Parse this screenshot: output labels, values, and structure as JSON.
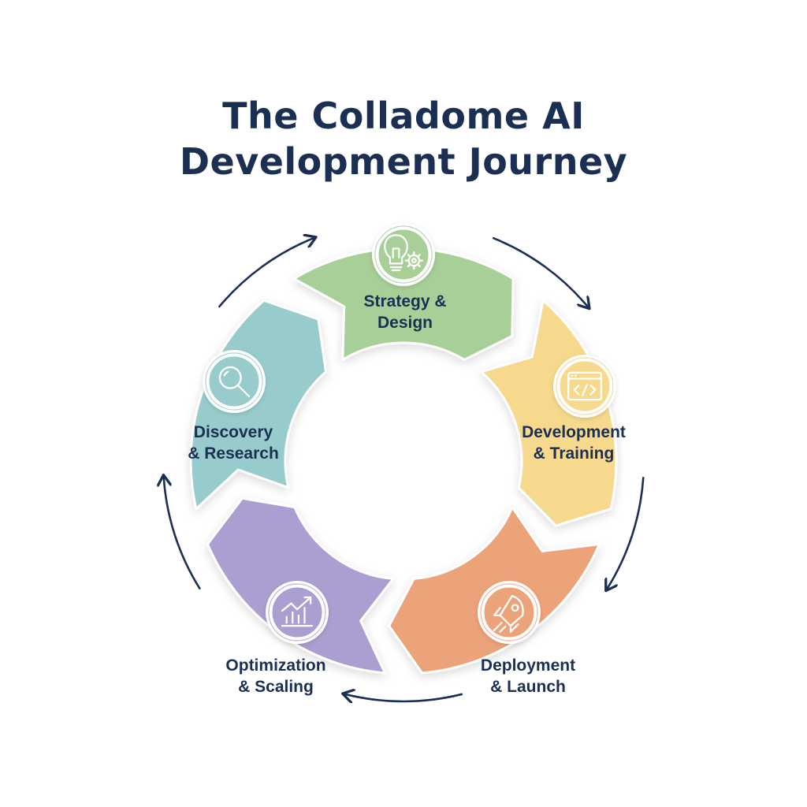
{
  "title": {
    "line1": "The Colladome AI",
    "line2": "Development Journey"
  },
  "stages": [
    {
      "id": "strategy",
      "line1": "Strategy &",
      "line2": "Design",
      "icon": "lightbulb-gear-icon",
      "color": "#a8cf97",
      "ring": "#8fbd80"
    },
    {
      "id": "development",
      "line1": "Development",
      "line2": "& Training",
      "icon": "code-window-icon",
      "color": "#f6d98c",
      "ring": "#ecc766"
    },
    {
      "id": "deployment",
      "line1": "Deployment",
      "line2": "& Launch",
      "icon": "rocket-icon",
      "color": "#eda37a",
      "ring": "#e38b5e"
    },
    {
      "id": "optimization",
      "line1": "Optimization",
      "line2": "& Scaling",
      "icon": "chart-growth-icon",
      "color": "#ab9fd2",
      "ring": "#9487c3"
    },
    {
      "id": "discovery",
      "line1": "Discovery",
      "line2": "& Research",
      "icon": "magnifier-icon",
      "color": "#98cccc",
      "ring": "#7cb9bb"
    }
  ],
  "arrow_color": "#1b2f52"
}
